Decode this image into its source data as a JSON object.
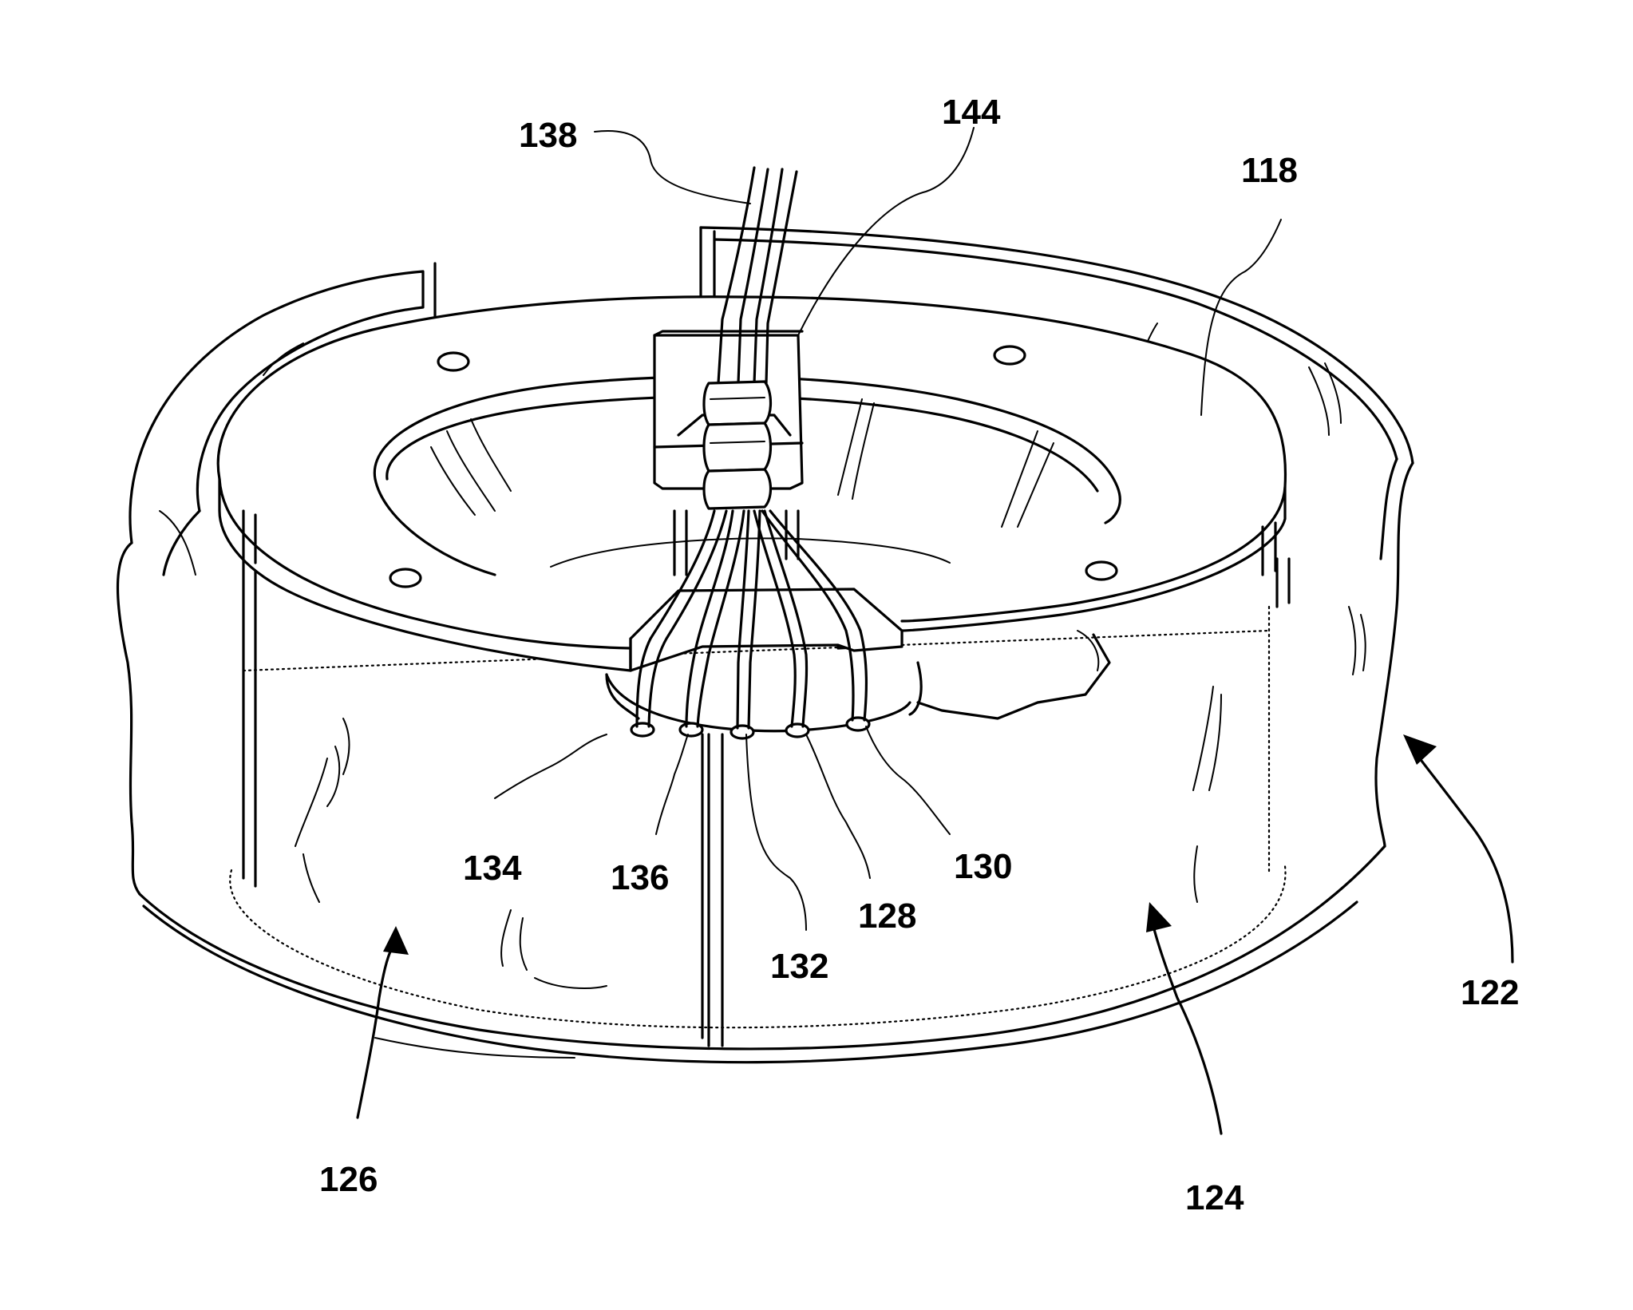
{
  "figure": {
    "labels": {
      "l118": "118",
      "l122": "122",
      "l124": "124",
      "l126": "126",
      "l128": "128",
      "l130": "130",
      "l132": "132",
      "l134": "134",
      "l136": "136",
      "l138": "138",
      "l144": "144"
    }
  }
}
